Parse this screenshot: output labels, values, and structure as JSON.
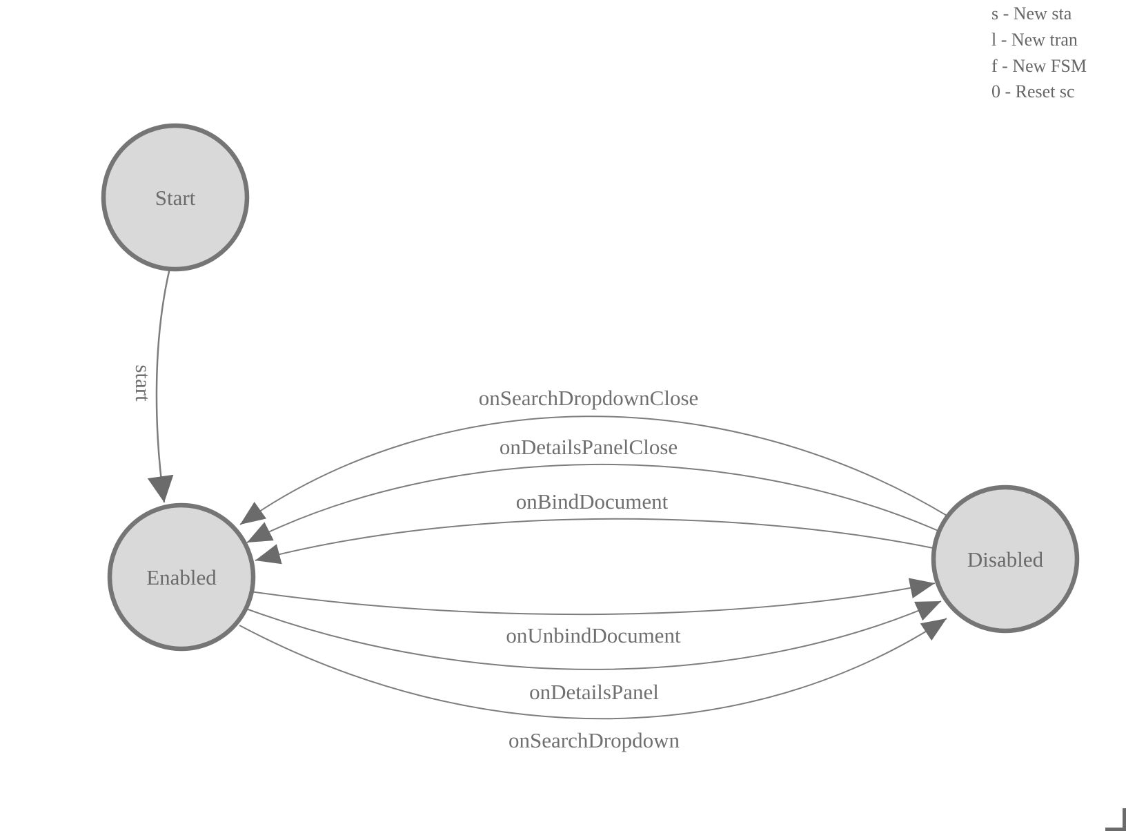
{
  "legend": {
    "lines": [
      "s - New sta",
      "l - New tran",
      "f - New FSM",
      "0 - Reset sc"
    ]
  },
  "fsm": {
    "nodes": [
      {
        "id": "start",
        "label": "Start"
      },
      {
        "id": "enabled",
        "label": "Enabled"
      },
      {
        "id": "disabled",
        "label": "Disabled"
      }
    ],
    "edges": [
      {
        "label": "start",
        "from": "Start",
        "to": "Enabled"
      },
      {
        "label": "onSearchDropdownClose",
        "from": "Disabled",
        "to": "Enabled"
      },
      {
        "label": "onDetailsPanelClose",
        "from": "Disabled",
        "to": "Enabled"
      },
      {
        "label": "onBindDocument",
        "from": "Disabled",
        "to": "Enabled"
      },
      {
        "label": "onUnbindDocument",
        "from": "Enabled",
        "to": "Disabled"
      },
      {
        "label": "onDetailsPanel",
        "from": "Enabled",
        "to": "Disabled"
      },
      {
        "label": "onSearchDropdown",
        "from": "Enabled",
        "to": "Disabled"
      }
    ]
  },
  "colors": {
    "background": "#ffffff",
    "node_fill": "#d9d9d9",
    "node_stroke": "#757575",
    "edge_stroke": "#7d7d7d",
    "arrow_fill": "#6b6b6b",
    "label_text": "#6f6f6f",
    "legend_text": "#666666"
  }
}
